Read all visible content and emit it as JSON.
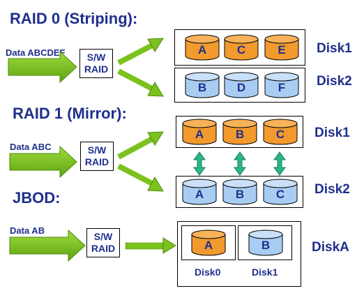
{
  "titles": {
    "raid0": "RAID 0 (Striping):",
    "raid1": "RAID 1 (Mirror):",
    "jbod": "JBOD:"
  },
  "inputs": {
    "raid0": "Data ABCDEF",
    "raid1": "Data ABC",
    "jbod": "Data AB"
  },
  "sw_raid": {
    "line1": "S/W",
    "line2": "RAID"
  },
  "raid0": {
    "disk1": {
      "label": "Disk1",
      "blocks": [
        "A",
        "C",
        "E"
      ]
    },
    "disk2": {
      "label": "Disk2",
      "blocks": [
        "B",
        "D",
        "F"
      ]
    }
  },
  "raid1": {
    "disk1": {
      "label": "Disk1",
      "blocks": [
        "A",
        "B",
        "C"
      ]
    },
    "disk2": {
      "label": "Disk2",
      "blocks": [
        "A",
        "B",
        "C"
      ]
    }
  },
  "jbod": {
    "combined_label": "DiskA",
    "disk0": {
      "label": "Disk0",
      "block": "A"
    },
    "disk1": {
      "label": "Disk1",
      "block": "B"
    }
  },
  "colors": {
    "orange_fill": "#f29a2e",
    "orange_top": "#f7b25a",
    "blue_fill": "#a9cdf2",
    "blue_top": "#c9e0f8",
    "arrow_green": "#7cc21e",
    "arrow_green_dark": "#4e8a0e",
    "mirror_arrow": "#2bb58a",
    "text_navy": "#1f2f8c"
  }
}
